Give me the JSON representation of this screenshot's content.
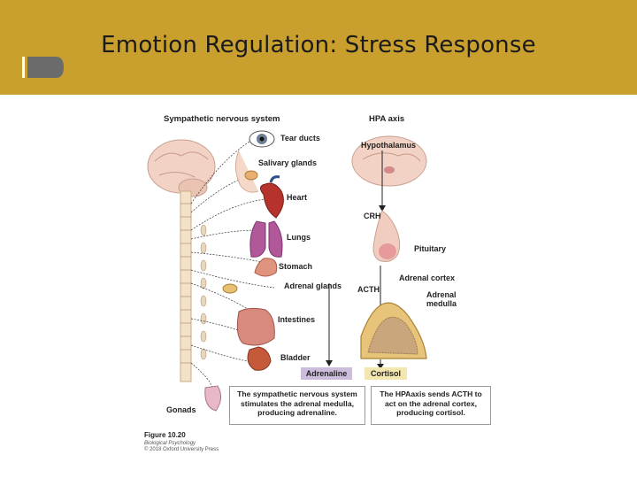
{
  "slide": {
    "title": "Emotion Regulation: Stress Response",
    "header_color": "#C9A02E"
  },
  "figure": {
    "sympathetic_heading": "Sympathetic nervous system",
    "hpa_heading": "HPA axis",
    "organs": {
      "tear_ducts": "Tear ducts",
      "salivary_glands": "Salivary glands",
      "heart": "Heart",
      "lungs": "Lungs",
      "stomach": "Stomach",
      "adrenal_glands": "Adrenal glands",
      "intestines": "Intestines",
      "bladder": "Bladder",
      "gonads": "Gonads"
    },
    "hpa": {
      "hypothalamus": "Hypothalamus",
      "crh": "CRH",
      "pituitary": "Pituitary",
      "adrenal_cortex": "Adrenal cortex",
      "acth": "ACTH",
      "adrenal_medulla": "Adrenal medulla"
    },
    "outputs": {
      "adrenaline": "Adrenaline",
      "cortisol": "Cortisol"
    },
    "captions": {
      "sympathetic": "The sympathetic nervous system stimulates the adrenal medulla, producing adrenaline.",
      "hpa": "The HPAaxis sends ACTH to act on the adrenal cortex, producing cortisol."
    },
    "figure_number": "Figure 10.20",
    "source_book": "Biological Psychology",
    "copyright": "© 2018 Oxford University Press"
  },
  "icons": [
    "tab-marker-icon"
  ]
}
